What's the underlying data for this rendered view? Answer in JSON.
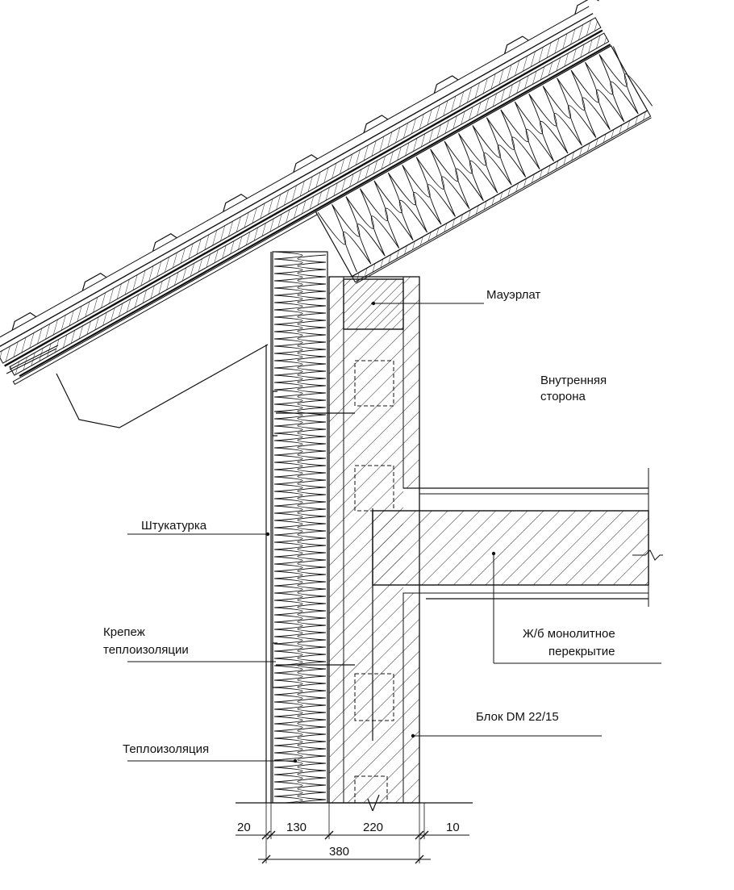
{
  "labels": {
    "mauerlat": "Мауэрлат",
    "inner_side_1": "Внутренняя",
    "inner_side_2": "сторона",
    "plaster": "Штукатурка",
    "fastener_1": "Крепеж",
    "fastener_2": "теплоизоляции",
    "insulation": "Теплоизоляция",
    "slab_1": "Ж/б монолитное",
    "slab_2": "перекрытие",
    "block": "Блок DM 22/15"
  },
  "dimensions": {
    "plaster": "20",
    "insulation": "130",
    "block": "220",
    "finish": "10",
    "total": "380"
  },
  "colors": {
    "line": "#111111",
    "background": "#ffffff"
  }
}
